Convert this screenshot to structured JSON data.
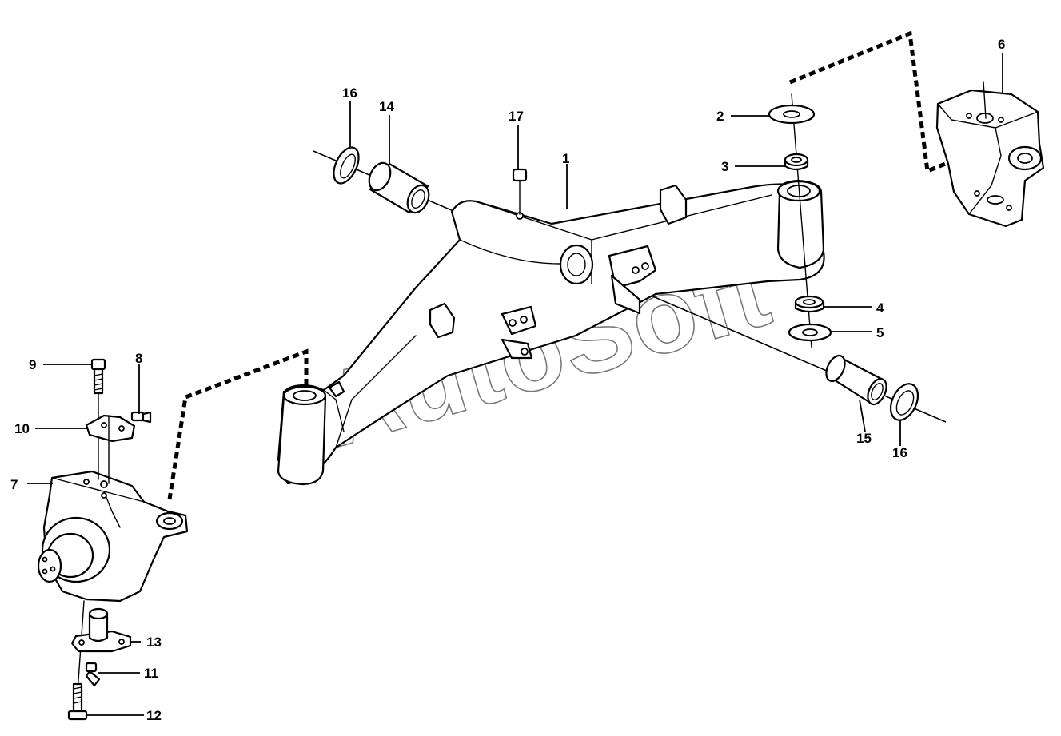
{
  "watermark": "AutoSoft",
  "callouts": {
    "c1": "1",
    "c2": "2",
    "c3": "3",
    "c4": "4",
    "c5": "5",
    "c6": "6",
    "c7": "7",
    "c8": "8",
    "c9": "9",
    "c10": "10",
    "c11": "11",
    "c12": "12",
    "c13": "13",
    "c14": "14",
    "c15": "15",
    "c16a": "16",
    "c16b": "16",
    "c17": "17"
  }
}
